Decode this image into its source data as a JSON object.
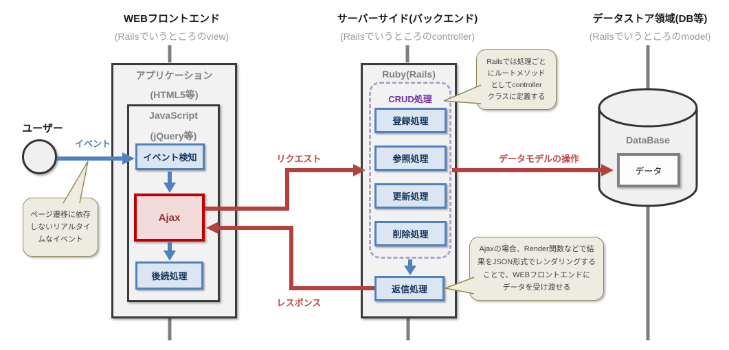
{
  "sections": {
    "frontend": {
      "title": "WEBフロントエンド",
      "subtitle": "(Railsでいうところのview)"
    },
    "backend": {
      "title": "サーバーサイド(バックエンド)",
      "subtitle": "(Railsでいうところのcontroller)"
    },
    "datastore": {
      "title": "データストア領域(DB等)",
      "subtitle": "(Railsでいうところのmodel)"
    }
  },
  "user": {
    "label": "ユーザー"
  },
  "frontend": {
    "app_title": "アプリケーション",
    "app_subtitle": "(HTML5等)",
    "js_title": "JavaScript",
    "js_subtitle": "(jQuery等)",
    "event_detect": "イベント検知",
    "ajax": "Ajax",
    "followup": "後続処理"
  },
  "backend": {
    "title": "Ruby(Rails)",
    "crud_label": "CRUD処理",
    "crud_items": [
      "登録処理",
      "参照処理",
      "更新処理",
      "削除処理"
    ],
    "reply": "返信処理"
  },
  "datastore": {
    "database": "DataBase",
    "data": "データ"
  },
  "flows": {
    "event": "イベント",
    "request": "リクエスト",
    "response": "レスポンス",
    "model_ops": "データモデルの操作"
  },
  "callouts": {
    "realtime_event": {
      "lines": [
        "ページ遷移に依存",
        "しないリアルタイ",
        "ムなイベント"
      ]
    },
    "rails_routing": {
      "lines": [
        "Railsでは処理ごと",
        "にルートメソッド",
        "としてcontroller",
        "クラスに定義する"
      ]
    },
    "ajax_render": {
      "lines": [
        "Ajaxの場合、Render関数などで結",
        "果をJSON形式でレンダリングする",
        "ことで、WEBフロントエンドに",
        "データを受け渡せる"
      ]
    }
  },
  "colors": {
    "blue_accent": "#4f81bd",
    "blue_fill": "#dce6f2",
    "red_accent": "#b5413e",
    "red_label": "#bf4543",
    "ajax_border": "#c00000",
    "ajax_fill": "#f2dcdb",
    "ajax_text": "#943634",
    "purple": "#7030a0",
    "purple_dashed": "#b2a2c7",
    "callout_fill": "#eeece1",
    "callout_border": "#938953",
    "gray_fill": "#f2f2f2",
    "gray_border": "#3b3b3b",
    "connector_gray": "#7f7f7f"
  }
}
